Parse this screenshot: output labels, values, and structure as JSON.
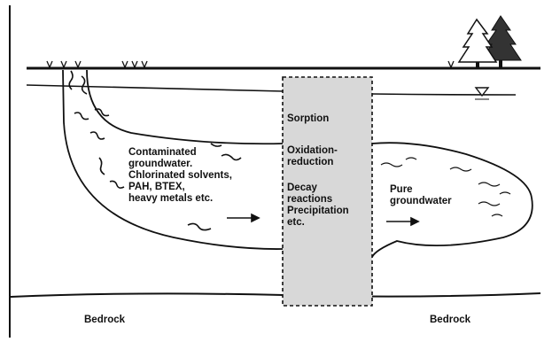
{
  "labels": {
    "contaminated": [
      "Contaminated",
      "groundwater.",
      "Chlorinated solvents,",
      "PAH, BTEX,",
      "heavy metals etc."
    ],
    "barrier": [
      "Sorption",
      "Oxidation-",
      "reduction",
      "Decay",
      "reactions",
      "Precipitation",
      "etc."
    ],
    "pure": [
      "Pure",
      "groundwater"
    ],
    "bedrock_left": "Bedrock",
    "bedrock_right": "Bedrock"
  },
  "colors": {
    "ink": "#111111",
    "barrier_fill": "#d8d8d8",
    "tree_dark": "#333333",
    "tree_light": "#ffffff"
  },
  "icons": [
    "grass-tuft-icon",
    "conifer-trees-icon",
    "water-table-triangle-icon"
  ]
}
